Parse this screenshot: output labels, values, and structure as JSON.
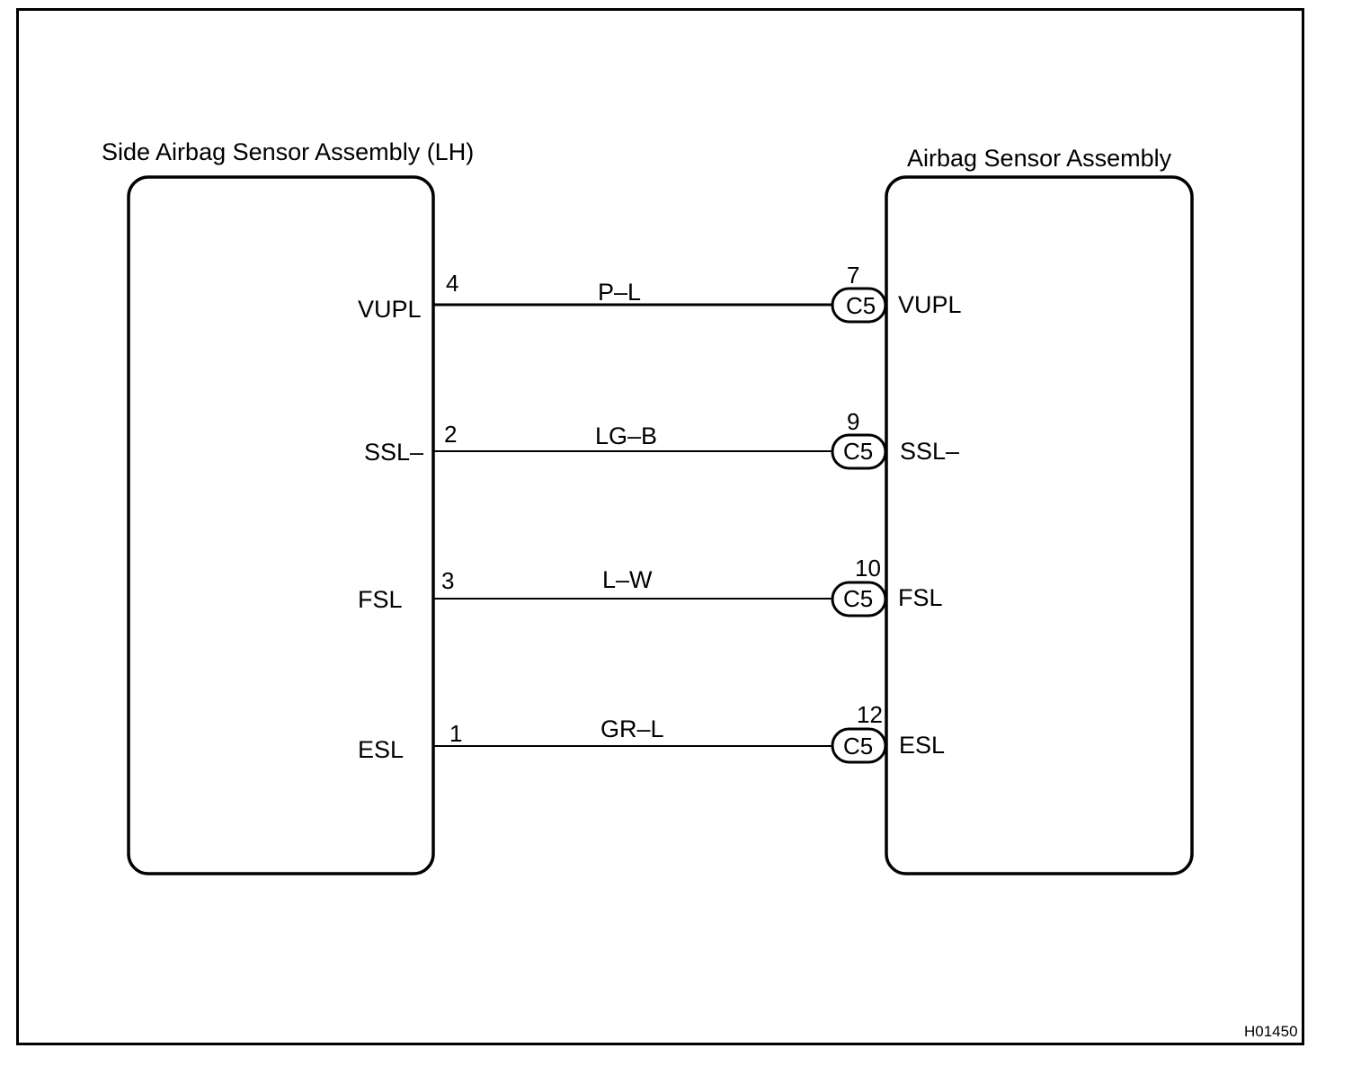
{
  "left_component": {
    "title": "Side Airbag Sensor Assembly (LH)"
  },
  "right_component": {
    "title": "Airbag Sensor Assembly"
  },
  "connector_id": "C5",
  "wires": [
    {
      "left_signal": "VUPL",
      "left_pin": "4",
      "color_code": "P–L",
      "right_pin": "7",
      "connector": "C5",
      "right_signal": "VUPL"
    },
    {
      "left_signal": "SSL–",
      "left_pin": "2",
      "color_code": "LG–B",
      "right_pin": "9",
      "connector": "C5",
      "right_signal": "SSL–"
    },
    {
      "left_signal": "FSL",
      "left_pin": "3",
      "color_code": "L–W",
      "right_pin": "10",
      "connector": "C5",
      "right_signal": "FSL"
    },
    {
      "left_signal": "ESL",
      "left_pin": "1",
      "color_code": "GR–L",
      "right_pin": "12",
      "connector": "C5",
      "right_signal": "ESL"
    }
  ],
  "figure_code": "H01450"
}
